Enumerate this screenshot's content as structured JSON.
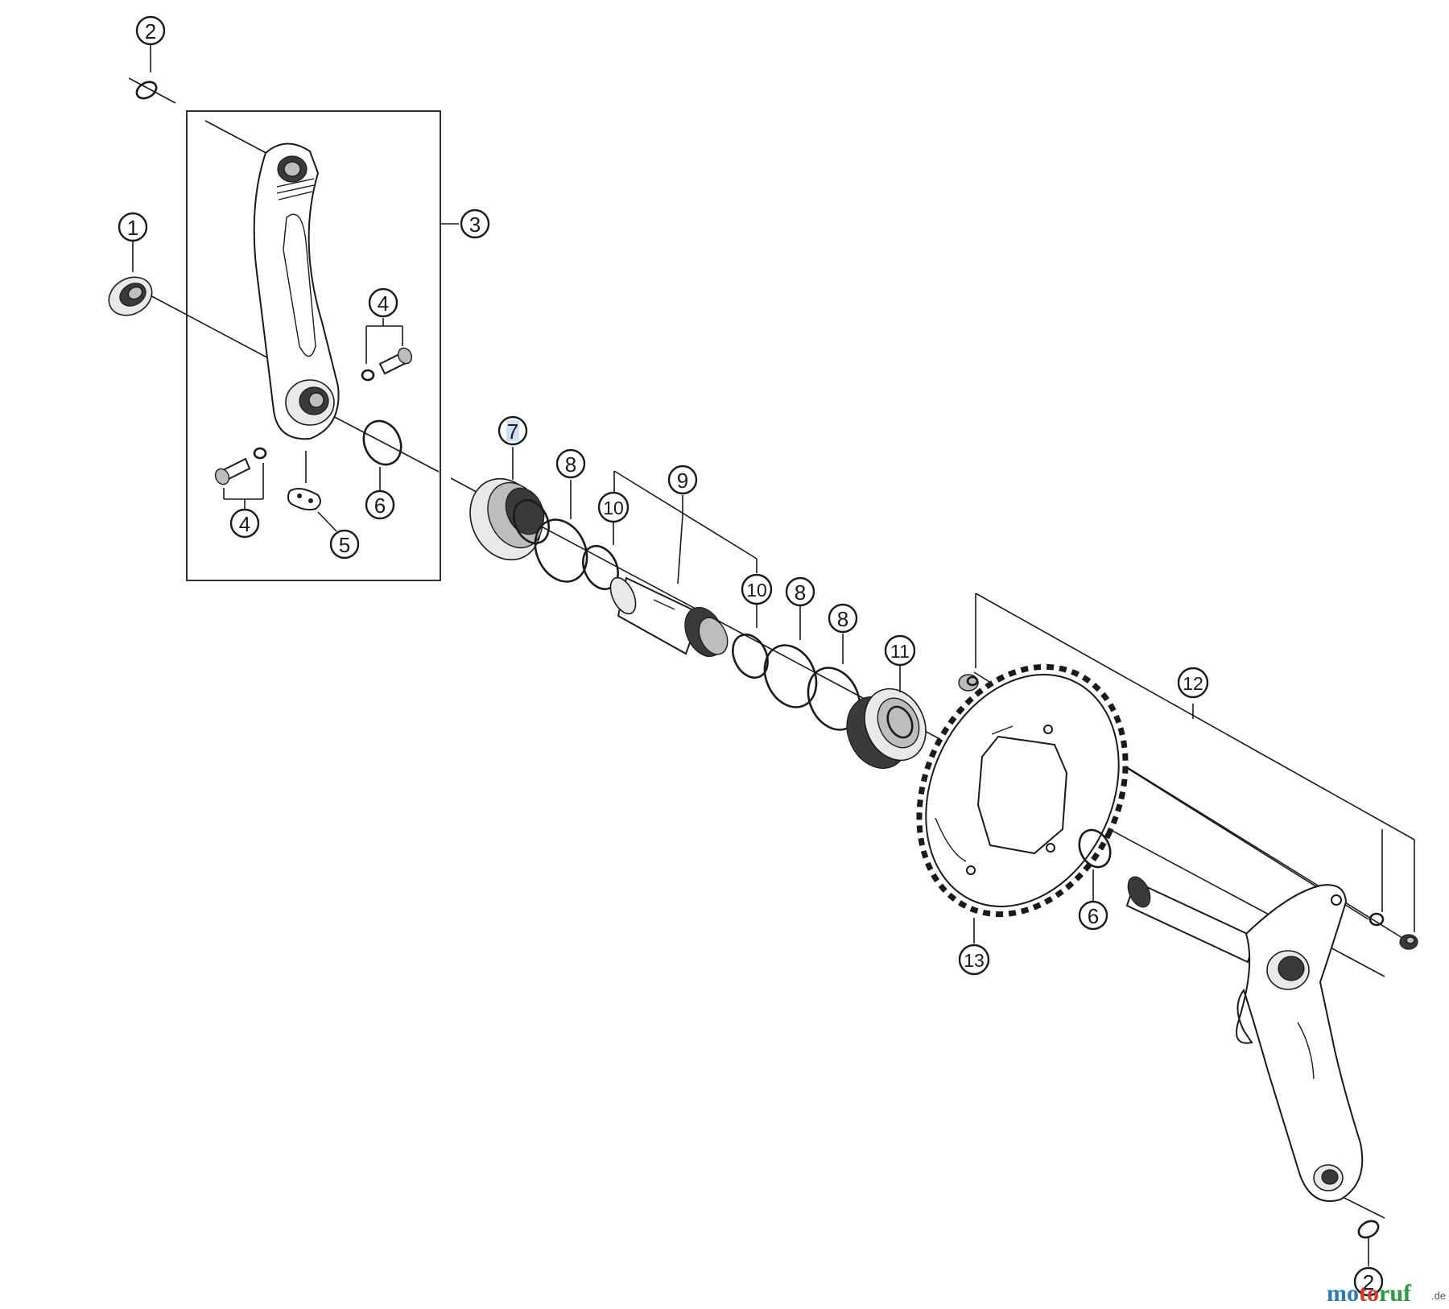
{
  "callouts": {
    "c1": "1",
    "c2_top": "2",
    "c2_bottom": "2",
    "c3": "3",
    "c4_top": "4",
    "c4_bottom": "4",
    "c5": "5",
    "c6_left": "6",
    "c6_right": "6",
    "c7": "7",
    "c8_a": "8",
    "c8_b": "8",
    "c8_c": "8",
    "c9": "9",
    "c10_a": "10",
    "c10_b": "10",
    "c11": "11",
    "c12": "12",
    "c13": "13"
  },
  "watermark": {
    "brand_mo": "mo",
    "brand_to": "to",
    "brand_ruf": "ruf",
    "tld": ".de",
    "colors": {
      "mo": "#2a7ab8",
      "to": "#d8342c",
      "ruf": "#2a9a3c"
    }
  },
  "highlight_color": "#cfe0f3"
}
